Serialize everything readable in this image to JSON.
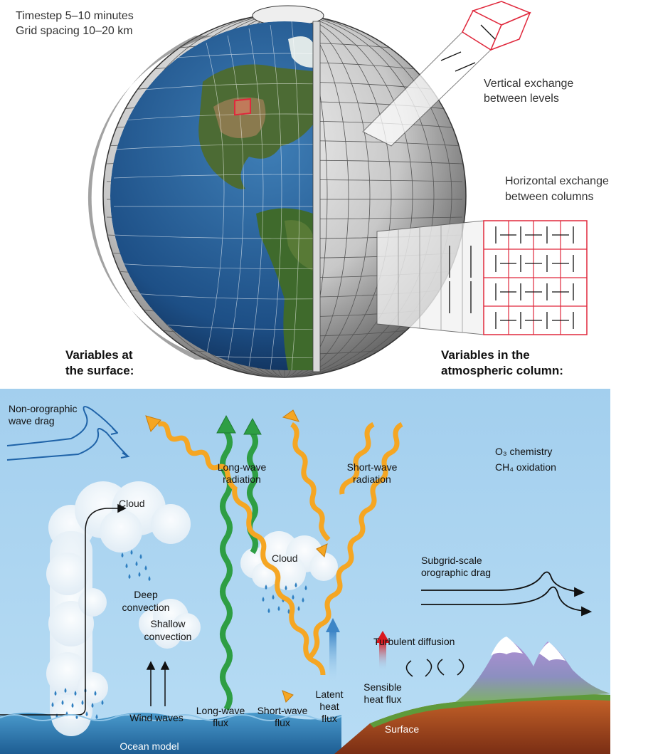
{
  "globe": {
    "timestep": "Timestep 5–10 minutes",
    "grid_spacing": "Grid spacing 10–20 km",
    "vertical_exchange": [
      "Vertical exchange",
      "between levels"
    ],
    "horizontal_exchange": [
      "Horizontal exchange",
      "between columns"
    ],
    "variables_surface": [
      "Variables at",
      "the surface:"
    ],
    "variables_column": [
      "Variables in the",
      "atmospheric column:"
    ]
  },
  "panel": {
    "non_orographic": [
      "Non-orographic",
      "wave drag"
    ],
    "longwave_radiation": [
      "Long-wave",
      "radiation"
    ],
    "shortwave_radiation": [
      "Short-wave",
      "radiation"
    ],
    "o3": "O₃ chemistry",
    "ch4": "CH₄ oxidation",
    "cloud_left": "Cloud",
    "cloud_center": "Cloud",
    "deep_convection": [
      "Deep",
      "convection"
    ],
    "shallow_convection": [
      "Shallow",
      "convection"
    ],
    "subgrid": [
      "Subgrid-scale",
      "orographic drag"
    ],
    "turbulent": "Turbulent diffusion",
    "sensible": [
      "Sensible",
      "heat flux"
    ],
    "latent": [
      "Latent",
      "heat",
      "flux"
    ],
    "wind_waves": "Wind waves",
    "longwave_flux": [
      "Long-wave",
      "flux"
    ],
    "shortwave_flux": [
      "Short-wave",
      "flux"
    ],
    "surface": "Surface",
    "ocean_model": "Ocean model"
  },
  "colors": {
    "sky": "#a9d4f0",
    "ocean": "#2f7fb8",
    "shortwave": "#f5a623",
    "longwave": "#2e9e44",
    "grid_red": "#e0283c"
  }
}
